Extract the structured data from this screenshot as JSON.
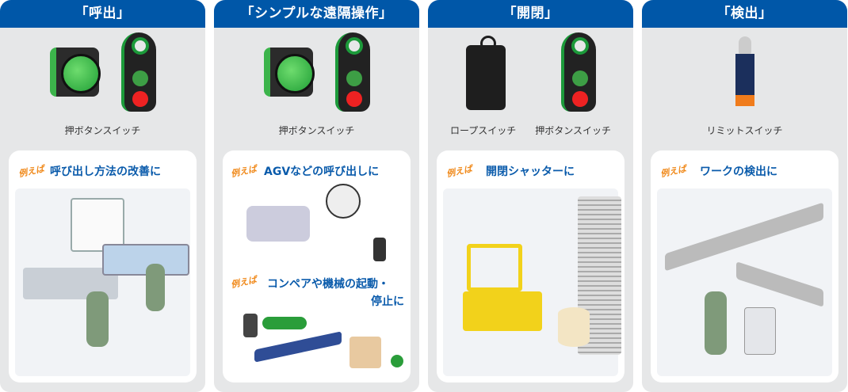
{
  "panels": [
    {
      "title": "「呼出」",
      "products": [
        "押ボタンスイッチ"
      ],
      "example_label": "例えば",
      "example": "呼び出し方法の改善に"
    },
    {
      "title": "「シンプルな遠隔操作」",
      "products": [
        "押ボタンスイッチ"
      ],
      "example_label": "例えば",
      "example": "AGVなどの呼び出しに",
      "example2_label": "例えば",
      "example2_line1": "コンペアや機械の起動・",
      "example2_line2": "停止に"
    },
    {
      "title": "「開閉」",
      "products": [
        "ロープスイッチ",
        "押ボタンスイッチ"
      ],
      "example_label": "例えば",
      "example": "開閉シャッターに"
    },
    {
      "title": "「検出」",
      "products": [
        "リミットスイッチ"
      ],
      "example_label": "例えば",
      "example": "ワークの検出に"
    }
  ],
  "colors": {
    "header": "#0057a8",
    "panel": "#e6e7e8",
    "title_text": "#0a5bab",
    "example_label": "#f08a1c"
  }
}
